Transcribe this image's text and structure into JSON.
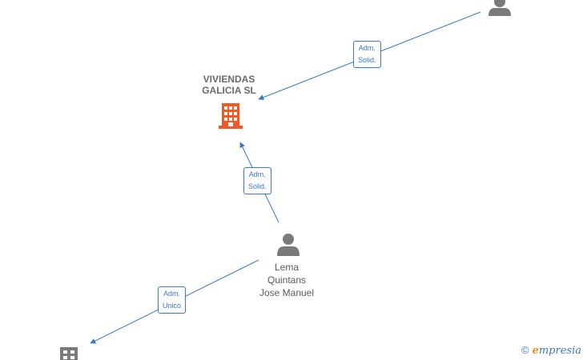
{
  "nodes": {
    "company": {
      "name_line1": "VIVIENDAS",
      "name_line2": "GALICIA  SL"
    },
    "person": {
      "name_line1": "Lema",
      "name_line2": "Quintans",
      "name_line3": "Jose Manuel"
    }
  },
  "edges": {
    "top_right": {
      "line1": "Adm.",
      "line2": "Solid."
    },
    "middle": {
      "line1": "Adm.",
      "line2": "Solid."
    },
    "bottom_left": {
      "line1": "Adm.",
      "line2": "Unico"
    }
  },
  "colors": {
    "edge": "#3a78c3",
    "company_highlight": "#f15a24",
    "node_gray": "#7a7a7a"
  },
  "icons": {
    "company": "building-icon",
    "person": "person-icon"
  },
  "watermark": {
    "copyright": "©",
    "brand_initial": "e",
    "brand_rest": "mpresia"
  }
}
